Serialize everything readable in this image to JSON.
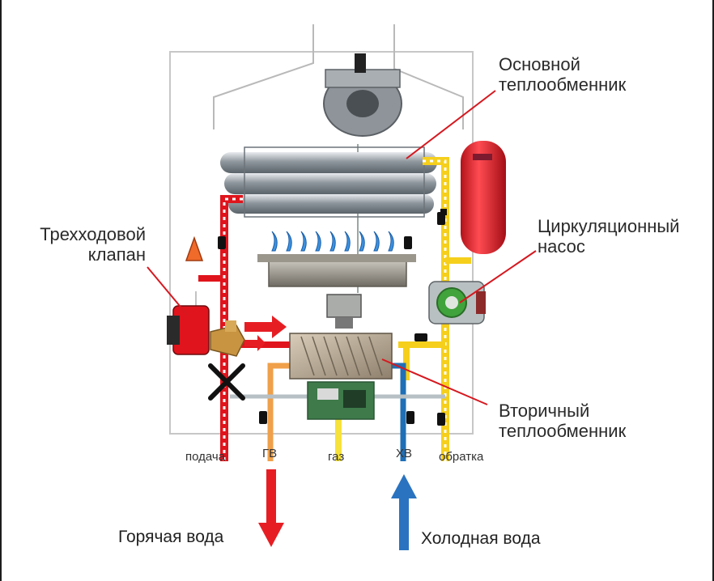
{
  "callouts": {
    "main_exchanger": [
      "Основной",
      "теплообменник"
    ],
    "three_way_valve": [
      "Трехходовой",
      "клапан"
    ],
    "circulation_pump": [
      "Циркуляционный",
      "насос"
    ],
    "secondary_exchanger": [
      "Вторичный",
      "теплообменник"
    ]
  },
  "pipes": {
    "supply": "подача",
    "hot_water_outlet": "ГВ",
    "gas": "газ",
    "cold_water_inlet": "ХВ",
    "return": "обратка"
  },
  "flows": {
    "hot_water": "Горячая вода",
    "cold_water": "Холодная вода"
  },
  "colors": {
    "hot_pipe": "#e0141c",
    "return_pipe": "#f5cf1c",
    "cold_pipe": "#1f6fb6",
    "dhw_pipe": "#f0a04a",
    "gas_pipe": "#f6e23a",
    "arrow_red": "#e61e24",
    "arrow_blue": "#2a73c0",
    "callout_line": "#d6181f"
  }
}
